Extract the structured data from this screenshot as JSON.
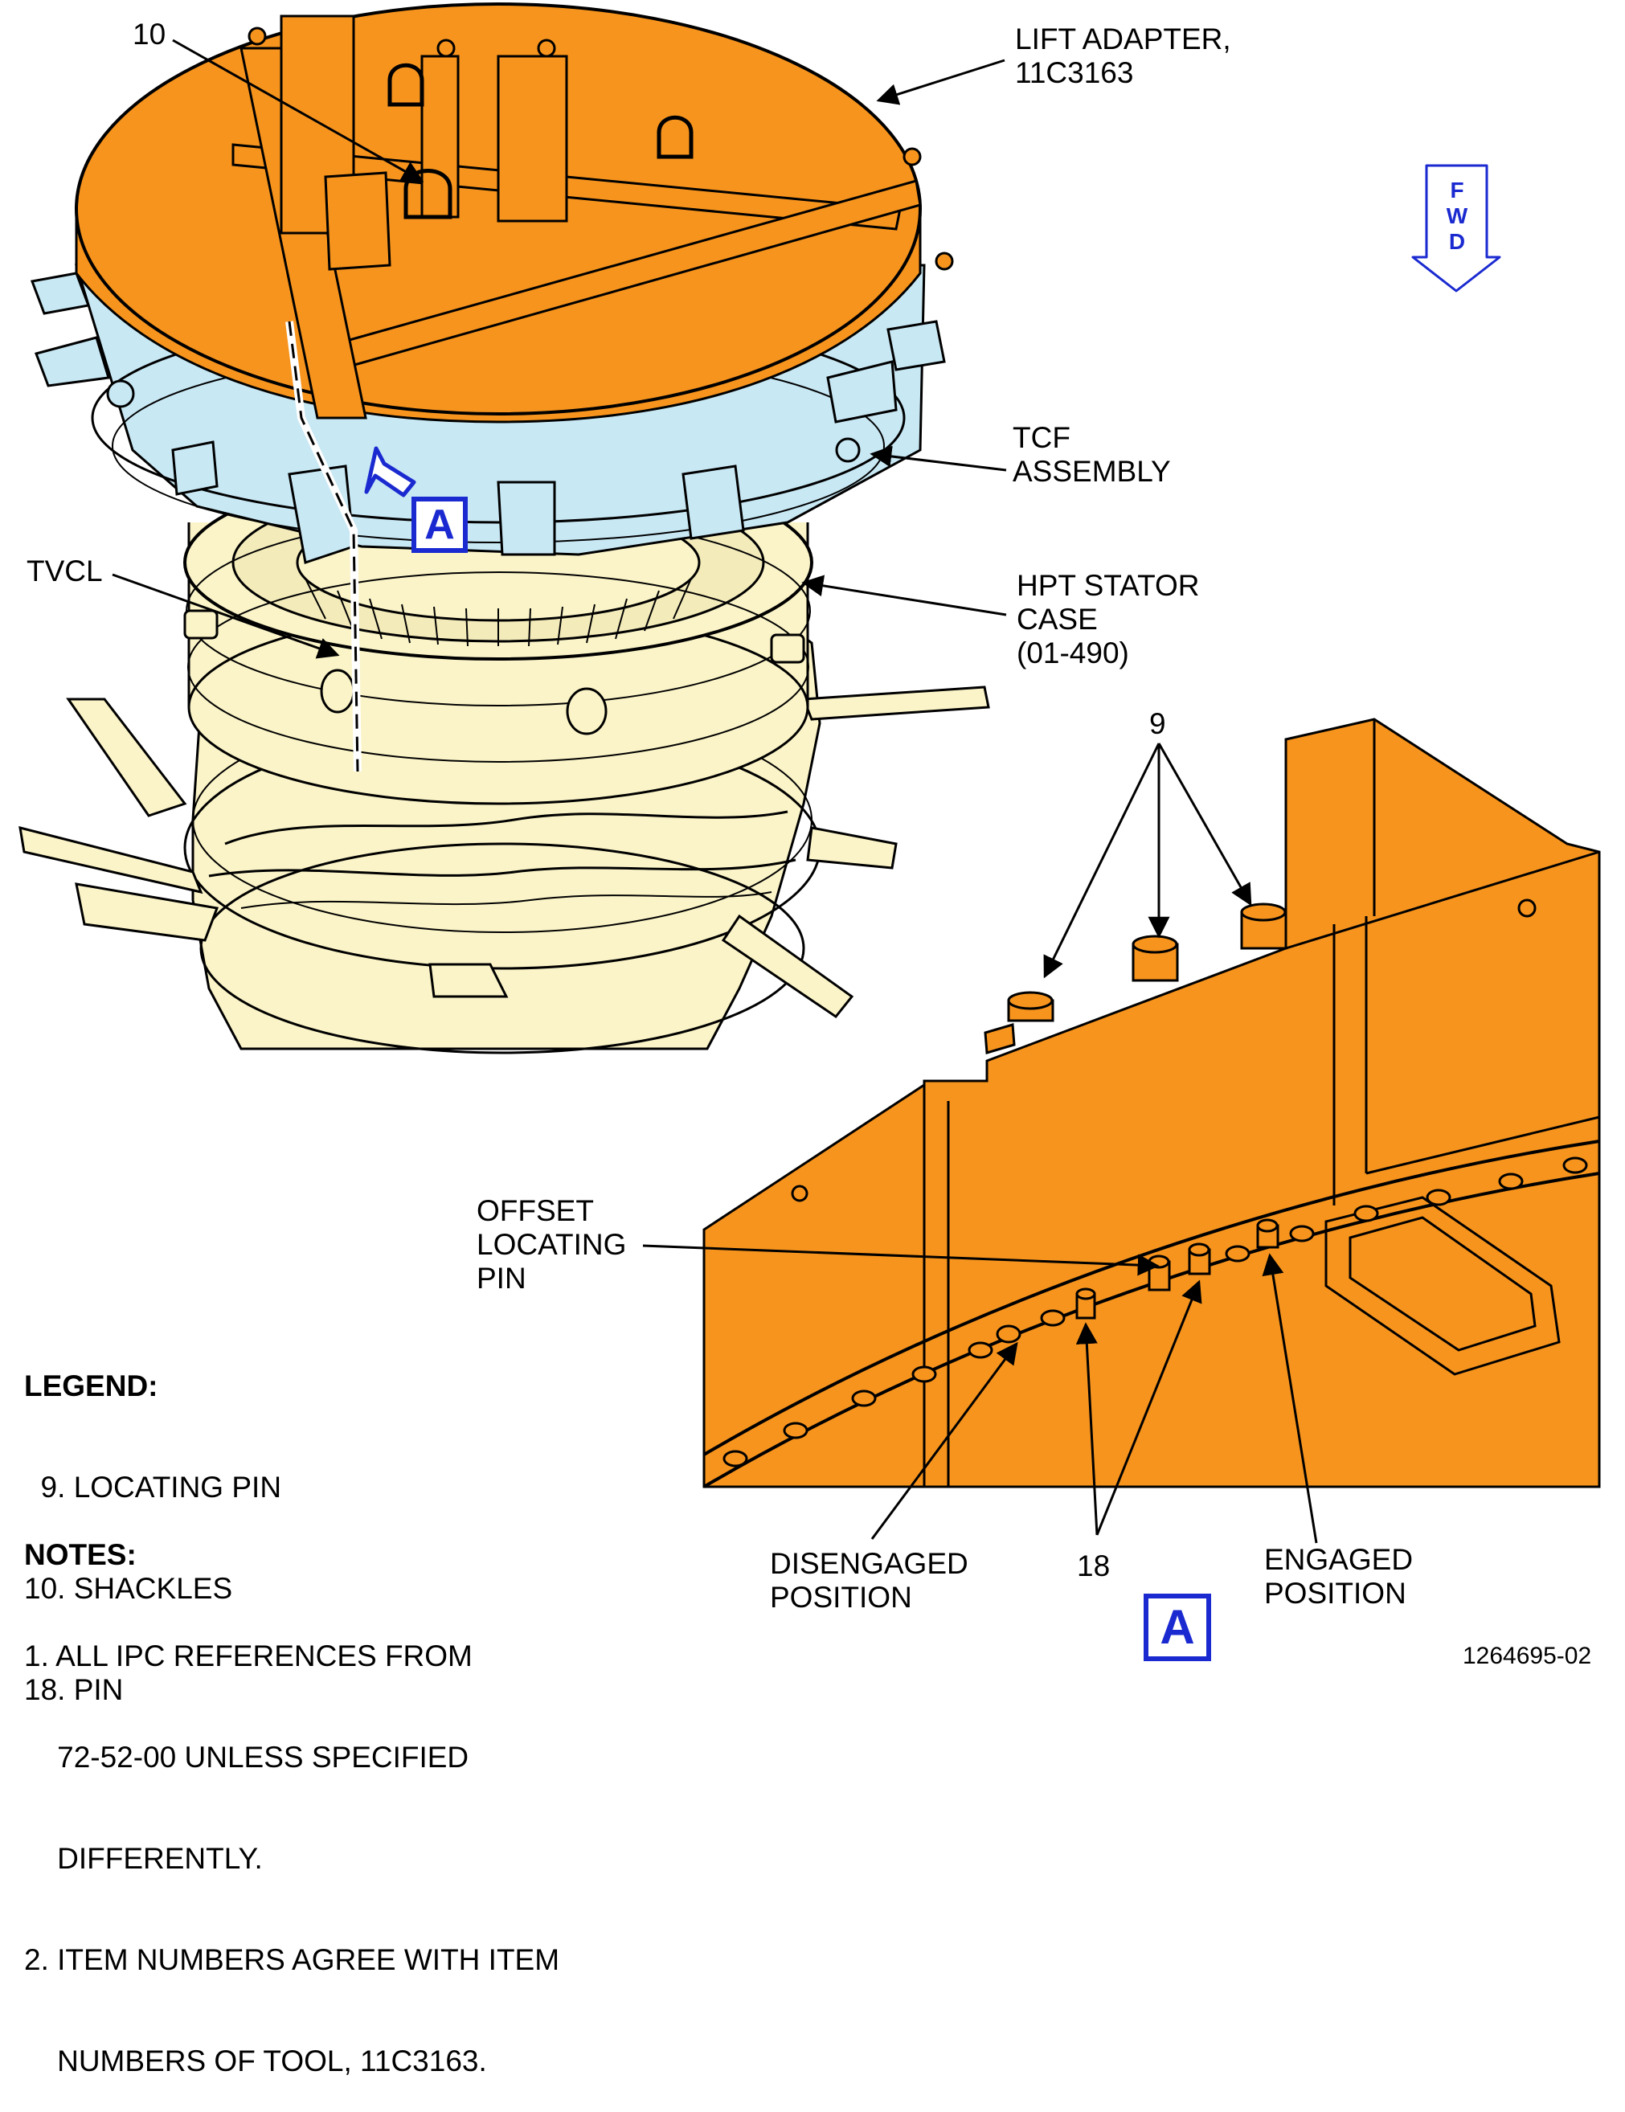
{
  "labels": {
    "shackle_item": "10",
    "lift_adapter": [
      "LIFT ADAPTER,",
      "11C3163"
    ],
    "tcf_assembly": [
      "TCF",
      "ASSEMBLY"
    ],
    "tvcl": "TVCL",
    "hpt_stator_case": [
      "HPT STATOR",
      "CASE",
      "(01-490)"
    ],
    "locating_pin_item": "9",
    "offset_locating_pin": [
      "OFFSET",
      "LOCATING",
      "PIN"
    ],
    "disengaged_position": [
      "DISENGAGED",
      "POSITION"
    ],
    "pin_item": "18",
    "engaged_position": [
      "ENGAGED",
      "POSITION"
    ],
    "fwd_letters": [
      "F",
      "W",
      "D"
    ],
    "view_a": "A",
    "view_a_detail": "A"
  },
  "legend": {
    "title": "LEGEND:",
    "items": [
      "  9. LOCATING PIN",
      "10. SHACKLES",
      "18. PIN"
    ]
  },
  "notes": {
    "title": "NOTES:",
    "items": [
      "1. ALL IPC REFERENCES FROM",
      "    72-52-00 UNLESS SPECIFIED",
      "    DIFFERENTLY.",
      "2. ITEM NUMBERS AGREE WITH ITEM",
      "    NUMBERS OF TOOL, 11C3163."
    ]
  },
  "figure_id": "1264695-02",
  "colors": {
    "adapter_orange": "#f7941d",
    "tcf_blue": "#c8e8f4",
    "engine_cream": "#fbf4c8",
    "view_blue": "#1a2ad0",
    "line_black": "#000000"
  }
}
